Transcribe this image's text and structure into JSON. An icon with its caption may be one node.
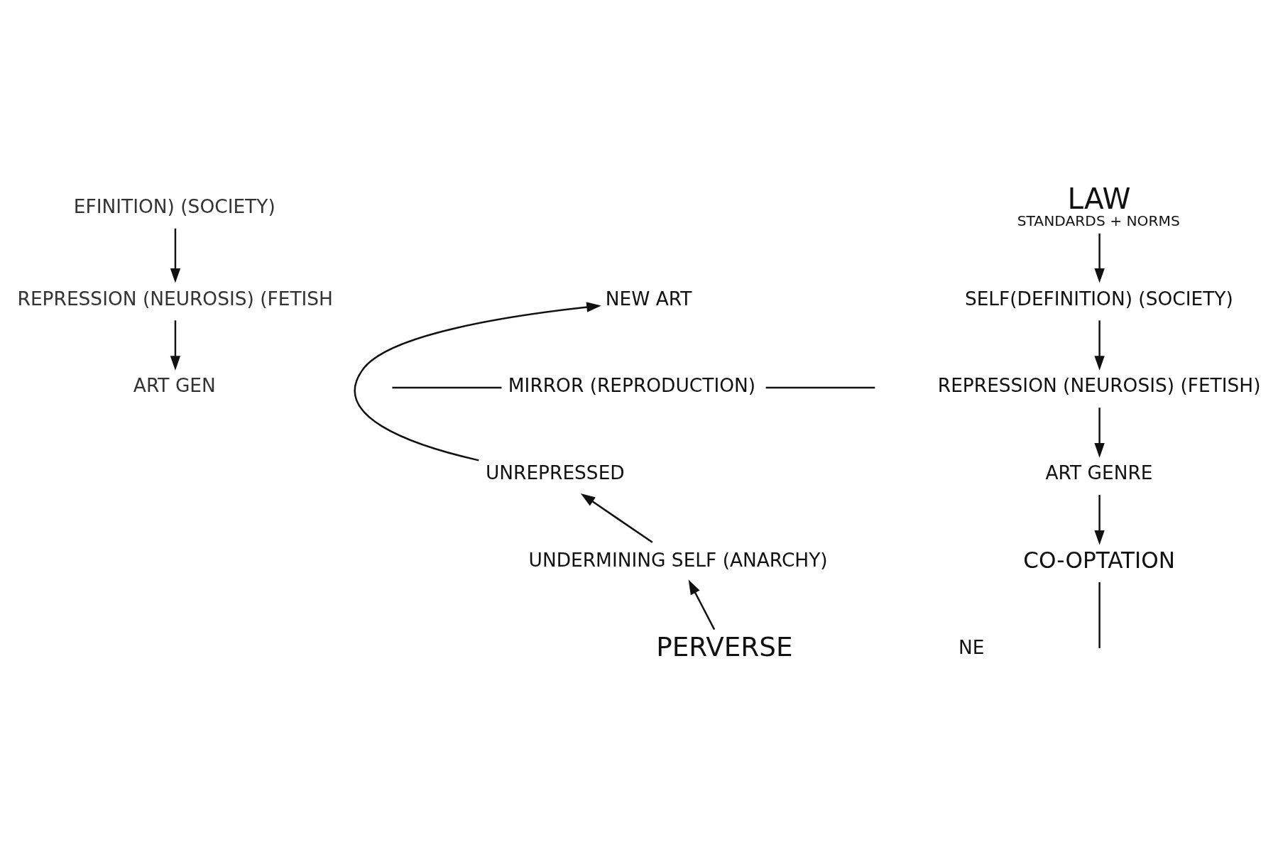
{
  "diagram": {
    "nodes": [
      {
        "text": [
          "EFINITION) (SOCIETY)"
        ]
      },
      {
        "text": [
          "REPRESSION (NEUROSIS) (FETISH"
        ]
      },
      {
        "text": [
          "ART GEN"
        ]
      },
      {
        "text": [
          "LAW",
          "STANDARDS + NORMS"
        ]
      },
      {
        "text": [
          "SELF(DEFINITION) (SOCIETY)"
        ]
      },
      {
        "text": [
          "REPRESSION (NEUROSIS) (FETISH)"
        ]
      },
      {
        "text": [
          "ART GENRE"
        ]
      },
      {
        "text": [
          "CO-OPTATION"
        ]
      },
      {
        "text": [
          "PERVERSE"
        ]
      },
      {
        "text": [
          "UNDERMINING SELF (ANARCHY)"
        ]
      },
      {
        "text": [
          "UNREPRESSED"
        ]
      },
      {
        "text": [
          "NEW ART"
        ]
      },
      {
        "text": [
          "MIRROR (REPRODUCTION)"
        ]
      }
    ],
    "edges": [
      {
        "from": 0,
        "to": 1,
        "arrow": "to"
      },
      {
        "from": 1,
        "to": 2,
        "arrow": "to"
      },
      {
        "from": 3,
        "to": 4,
        "arrow": "to"
      },
      {
        "from": 4,
        "to": 5,
        "arrow": "to"
      },
      {
        "from": 5,
        "to": 6,
        "arrow": "to"
      },
      {
        "from": 6,
        "to": 7,
        "arrow": "to"
      },
      {
        "from": 7,
        "to": null,
        "arrow": "none"
      },
      {
        "from": 8,
        "to": 9,
        "arrow": "to"
      },
      {
        "from": 9,
        "to": 10,
        "arrow": "to"
      },
      {
        "from": 10,
        "to": 11,
        "arrow": "to"
      },
      {
        "from": null,
        "to": 12,
        "arrow": "none"
      },
      {
        "from": 12,
        "to": null,
        "arrow": "none"
      }
    ],
    "labels": [
      "NE"
    ]
  }
}
